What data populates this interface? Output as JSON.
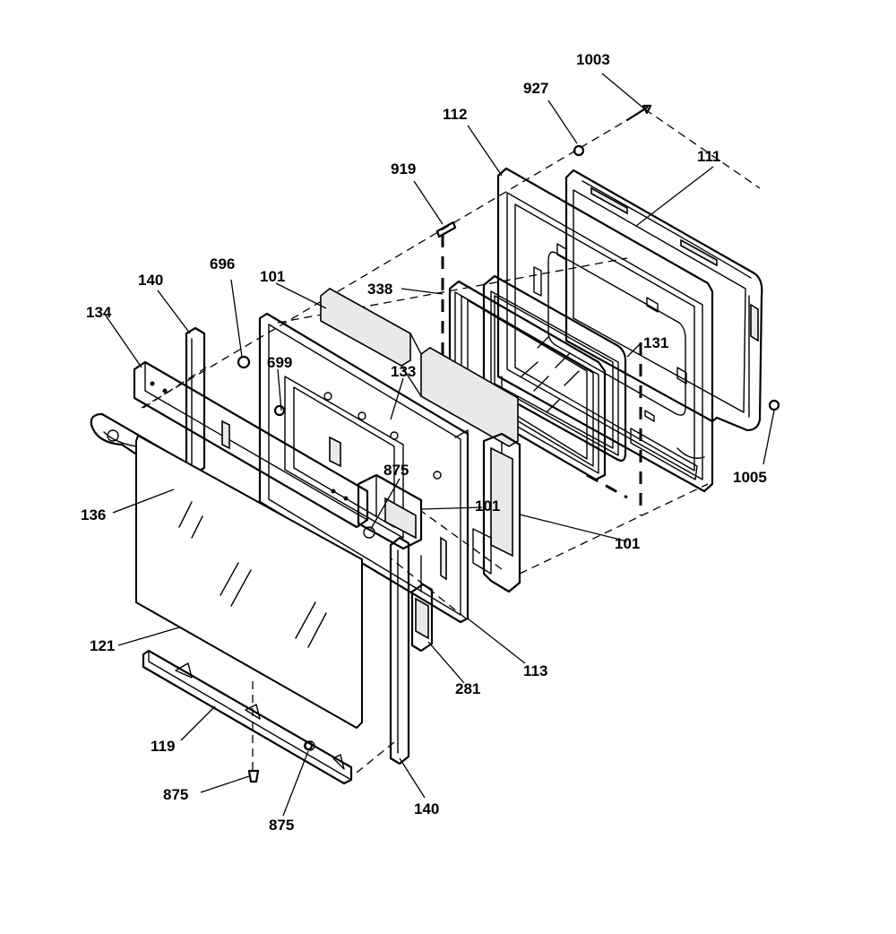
{
  "callouts": [
    {
      "id": "c1003",
      "text": "1003"
    },
    {
      "id": "c927",
      "text": "927"
    },
    {
      "id": "c112",
      "text": "112"
    },
    {
      "id": "c111",
      "text": "111"
    },
    {
      "id": "c919",
      "text": "919"
    },
    {
      "id": "c696",
      "text": "696"
    },
    {
      "id": "c140a",
      "text": "140"
    },
    {
      "id": "c101a",
      "text": "101"
    },
    {
      "id": "c338",
      "text": "338"
    },
    {
      "id": "c134",
      "text": "134"
    },
    {
      "id": "c699",
      "text": "699"
    },
    {
      "id": "c133",
      "text": "133"
    },
    {
      "id": "c131",
      "text": "131"
    },
    {
      "id": "c1005",
      "text": "1005"
    },
    {
      "id": "c875a",
      "text": "875"
    },
    {
      "id": "c101b",
      "text": "101"
    },
    {
      "id": "c136",
      "text": "136"
    },
    {
      "id": "c101c",
      "text": "101"
    },
    {
      "id": "c121",
      "text": "121"
    },
    {
      "id": "c113",
      "text": "113"
    },
    {
      "id": "c281",
      "text": "281"
    },
    {
      "id": "c119",
      "text": "119"
    },
    {
      "id": "c875b",
      "text": "875"
    },
    {
      "id": "c875c",
      "text": "875"
    },
    {
      "id": "c140b",
      "text": "140"
    }
  ]
}
